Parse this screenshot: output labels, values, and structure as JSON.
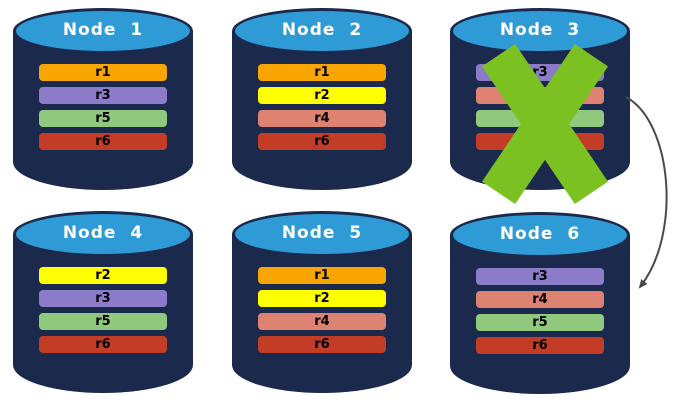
{
  "diagram": {
    "description": "Cluster of six database nodes with replica placement; Node 3 is failed (crossed out) and its replicas are recovered on Node 6."
  },
  "colors": {
    "cylinder_body": "#1B2A4C",
    "cylinder_top": "#2F9BD6",
    "failure_x": "#7CC122",
    "arrow": "#4A4A4A",
    "replicas": {
      "r1": "#F9A603",
      "r2": "#FFFF00",
      "r3": "#8C7BC9",
      "r4": "#DE8272",
      "r5": "#90C87E",
      "r6": "#C33D26"
    }
  },
  "nodes": [
    {
      "label": "Node 1",
      "replicas": [
        "r1",
        "r3",
        "r5",
        "r6"
      ],
      "failed": false
    },
    {
      "label": "Node 2",
      "replicas": [
        "r1",
        "r2",
        "r4",
        "r6"
      ],
      "failed": false
    },
    {
      "label": "Node 3",
      "replicas": [
        "r3",
        "r4",
        "r5",
        "r6"
      ],
      "failed": true
    },
    {
      "label": "Node 4",
      "replicas": [
        "r2",
        "r3",
        "r5",
        "r6"
      ],
      "failed": false
    },
    {
      "label": "Node 5",
      "replicas": [
        "r1",
        "r2",
        "r4",
        "r6"
      ],
      "failed": false
    },
    {
      "label": "Node 6",
      "replicas": [
        "r3",
        "r4",
        "r5",
        "r6"
      ],
      "failed": false
    }
  ],
  "arrow": {
    "from": "Node 3",
    "to": "Node 6"
  }
}
